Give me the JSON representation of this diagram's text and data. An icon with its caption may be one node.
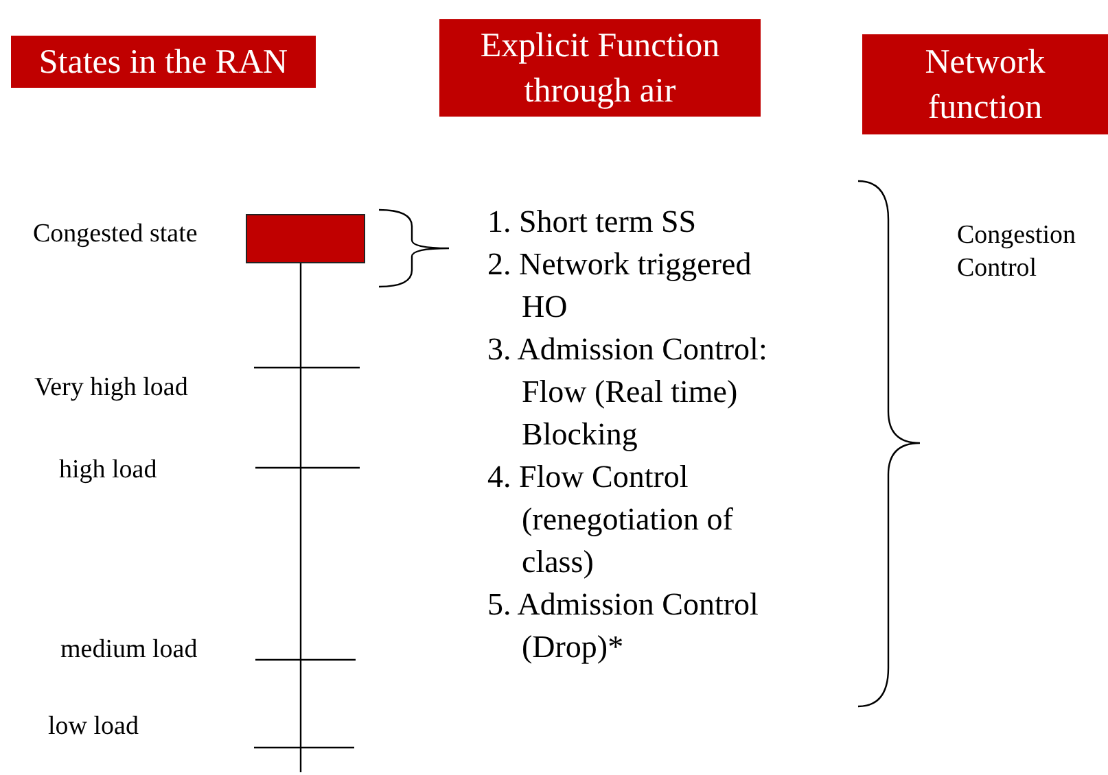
{
  "diagram": {
    "nodes": [
      {
        "text": [
          "States in the RAN"
        ]
      },
      {
        "text": [
          "Explicit Function through air"
        ]
      },
      {
        "text": [
          "Network function"
        ]
      },
      {
        "text": [],
        "shape": "box",
        "beside": [
          "Congested state"
        ]
      }
    ],
    "edges": [],
    "labels": [
      "1. Short term SS",
      "2. Network triggered HO",
      "3. Admission Control: Flow (Real time) Blocking",
      "4. Flow Control (renegotiation of class)",
      "5. Admission Control (Drop)*",
      "Congestion Control",
      "Very high load",
      "high load",
      "medium load",
      "low load"
    ]
  }
}
